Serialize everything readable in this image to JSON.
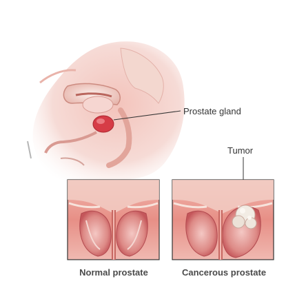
{
  "labels": {
    "prostate_gland": "Prostate gland",
    "tumor": "Tumor",
    "normal_prostate": "Normal prostate",
    "cancerous_prostate": "Cancerous prostate"
  },
  "colors": {
    "skin": "#f2c6c0",
    "tissue": "#e69b8f",
    "prostate": "#d9444b",
    "bladder": "#f5d3cf",
    "label_text": "#333333",
    "caption_text": "#4a4a4a",
    "frame": "#333333"
  }
}
